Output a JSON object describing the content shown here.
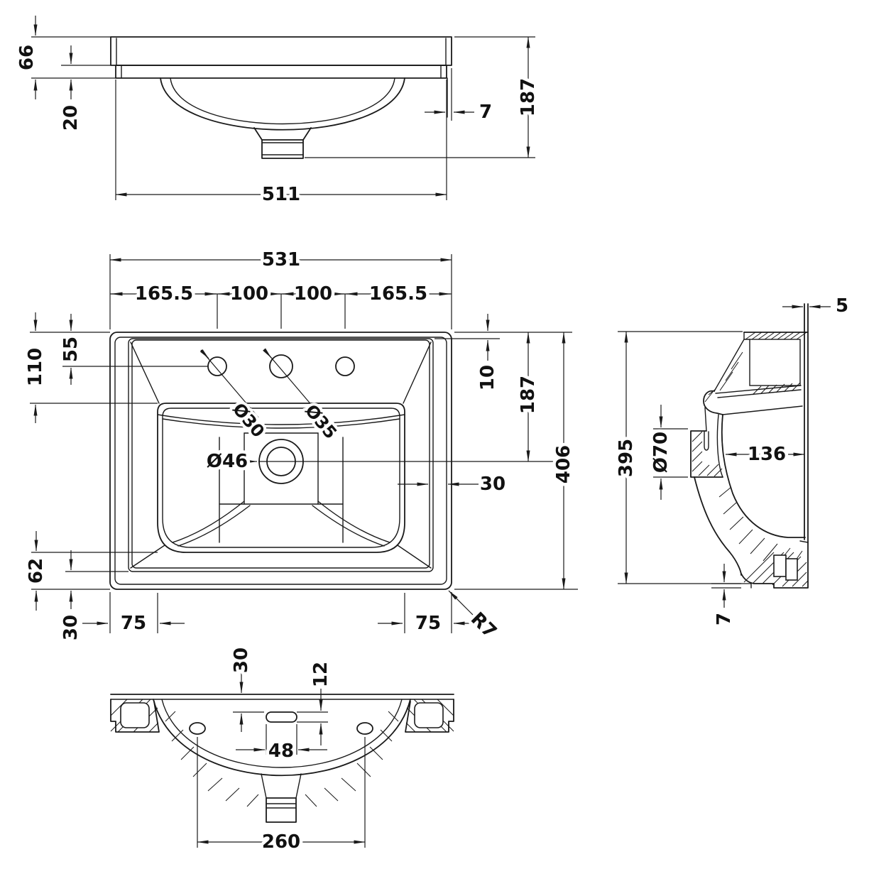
{
  "colors": {
    "line": "#1a1a1a",
    "background": "#ffffff"
  },
  "views": {
    "front": {
      "label": "front-elevation",
      "dims": {
        "rim_height": "66",
        "apron_offset": "20",
        "bowl_width": "511",
        "overall_height": "187",
        "rim_lip": "7"
      }
    },
    "plan": {
      "label": "plan-view",
      "dims": {
        "overall_width": "531",
        "tap_left": "165.5",
        "tap_centre_left": "100",
        "tap_centre_right": "100",
        "tap_right": "165.5",
        "deck_depth": "110",
        "tap_offset": "55",
        "tap_hole_left": "Ø30",
        "tap_hole_centre": "Ø35",
        "overflow_dia": "Ø46",
        "rim_edge": "10",
        "overflow_depth": "187",
        "overall_depth": "406",
        "wall_gap": "30",
        "bowl_inset": "62",
        "rim_bottom": "30",
        "bowl_left": "75",
        "bowl_right": "75",
        "corner_radius": "R7"
      }
    },
    "side": {
      "label": "side-section",
      "dims": {
        "wall_thickness": "5",
        "overall_height": "395",
        "overflow_dia": "Ø70",
        "bowl_depth": "136",
        "foot_height": "7"
      }
    },
    "bottom": {
      "label": "bottom-view",
      "dims": {
        "slot_offset": "30",
        "slot_height": "12",
        "slot_width": "48",
        "fixing_centres": "260"
      }
    }
  }
}
